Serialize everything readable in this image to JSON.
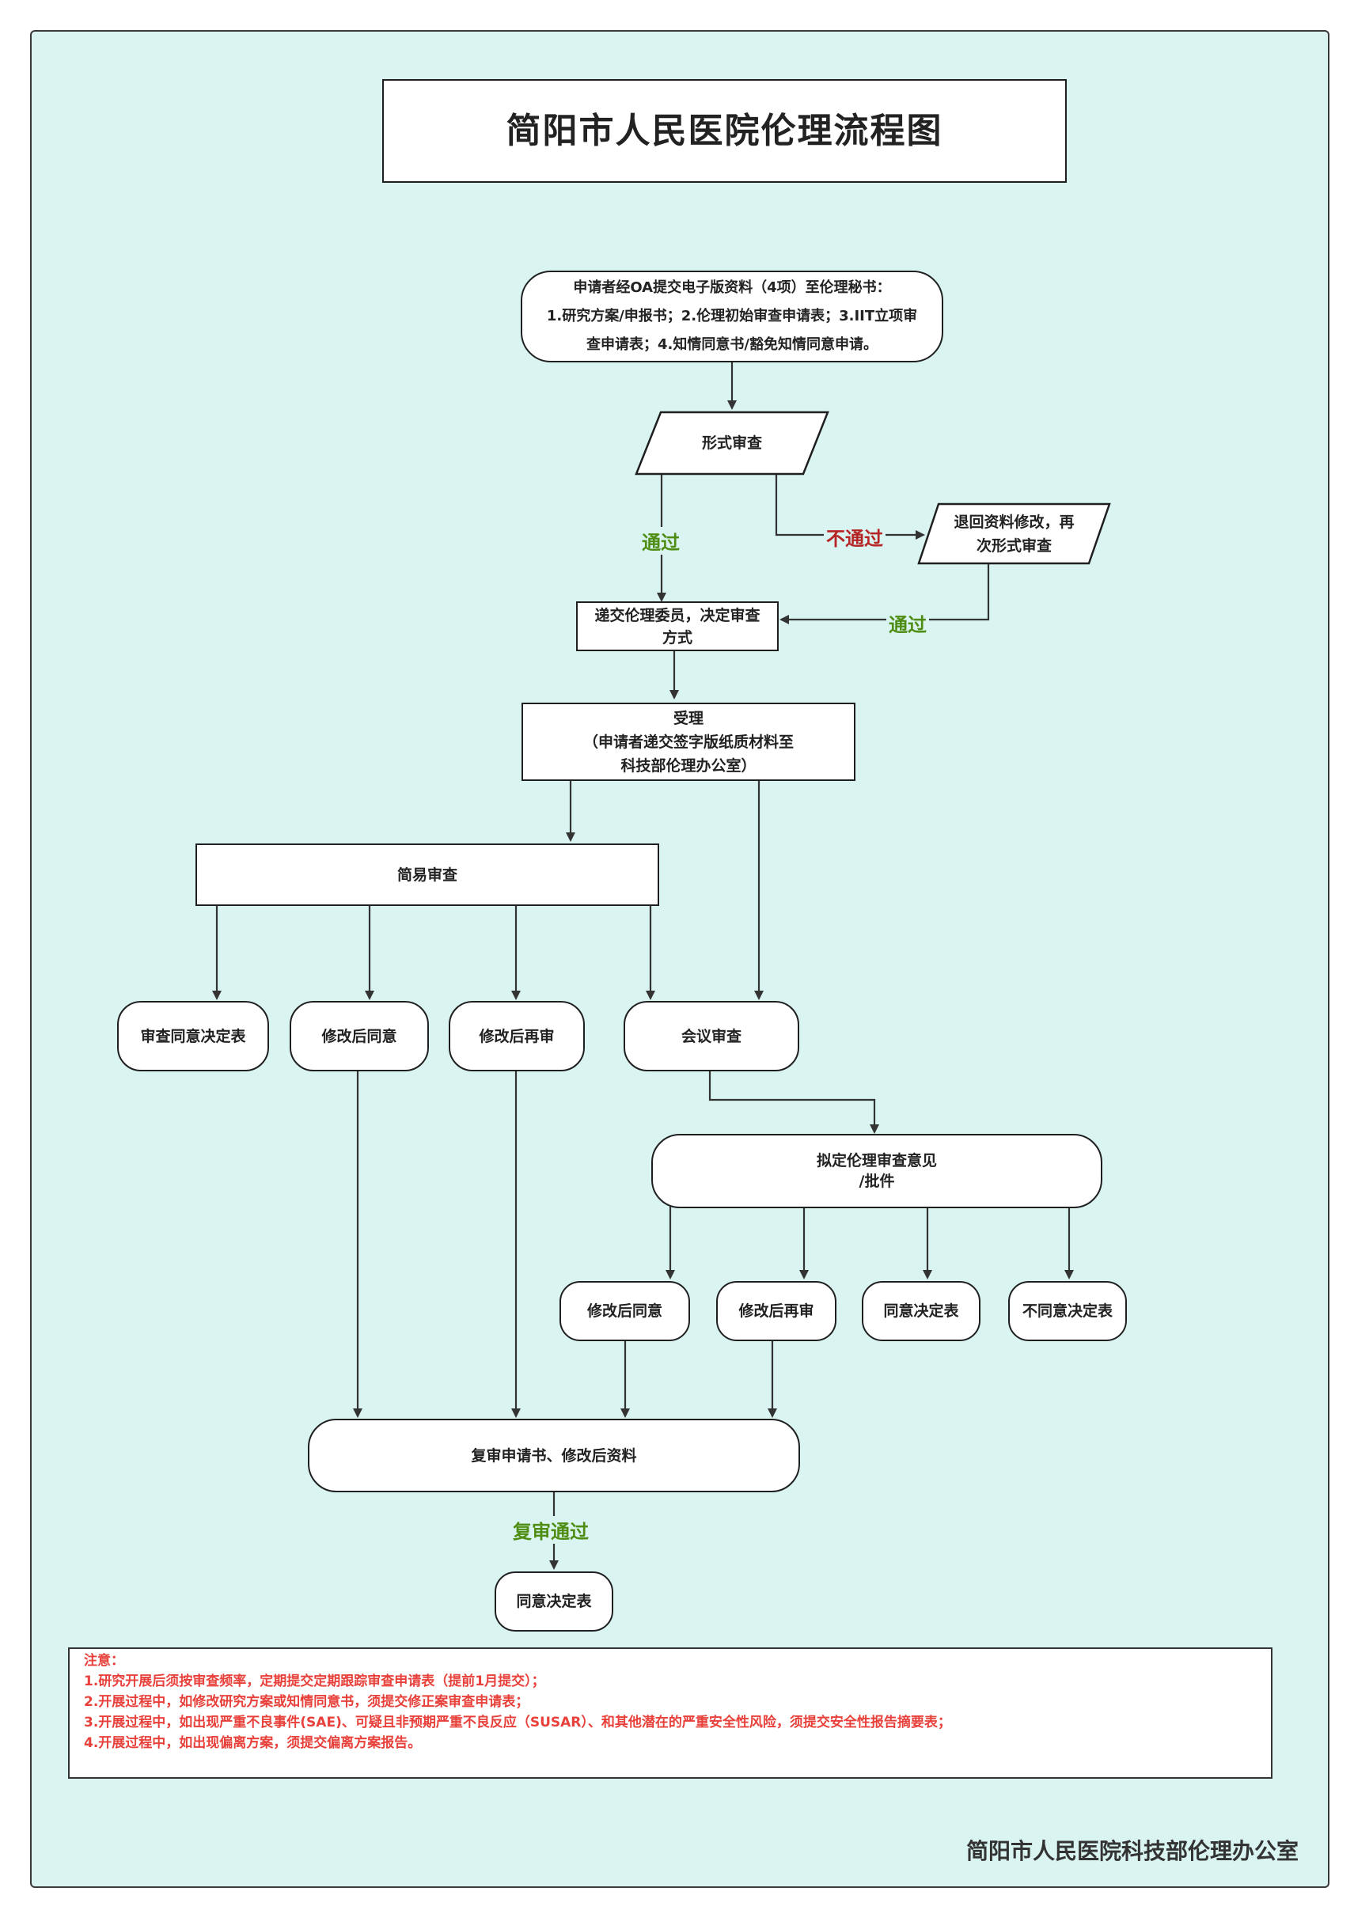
{
  "title": "简阳市人民医院伦理流程图",
  "nodes": {
    "submit": "申请者经OA提交电子版资料（4项）至伦理秘书：\n1.研究方案/申报书；2.伦理初始审查申请表；3.IIT立项审\n查申请表；4.知情同意书/豁免知情同意申请。",
    "formal_review": "形式审查",
    "return_revise": "退回资料修改，再\n次形式审查",
    "deliver_committee": "递交伦理委员，决定审查\n方式",
    "accept": "受理\n（申请者递交签字版纸质材料至\n科技部伦理办公室）",
    "simple_review": "简易审查",
    "simple_approve_form": "审查同意决定表",
    "simple_modify_approve": "修改后同意",
    "simple_modify_rereview": "修改后再审",
    "meeting_review": "会议审查",
    "draft_opinion": "拟定伦理审查意见\n/批件",
    "meeting_modify_approve": "修改后同意",
    "meeting_modify_rereview": "修改后再审",
    "approve_form": "同意决定表",
    "disapprove_form": "不同意决定表",
    "rereview_application": "复审申请书、修改后资料",
    "final_approve_form": "同意决定表"
  },
  "edge_labels": {
    "pass_1": "通过",
    "fail": "不通过",
    "pass_2": "通过",
    "rereview_pass": "复审通过"
  },
  "notes": {
    "heading": "注意：",
    "items": [
      "1.研究开展后须按审查频率，定期提交定期跟踪审查申请表（提前1月提交）；",
      "2.开展过程中，如修改研究方案或知情同意书，须提交修正案审查申请表；",
      "3.开展过程中，如出现严重不良事件(SAE)、可疑且非预期严重不良反应（SUSAR）、和其他潜在的严重安全性风险，须提交安全性报告摘要表；",
      "4.开展过程中，如出现偏离方案，须提交偏离方案报告。"
    ]
  },
  "footer": "简阳市人民医院科技部伦理办公室",
  "colors": {
    "background": "#d9f4f1",
    "pass_label": "#4e8d12",
    "fail_label": "#b52525",
    "notes_text": "#e8403a"
  }
}
